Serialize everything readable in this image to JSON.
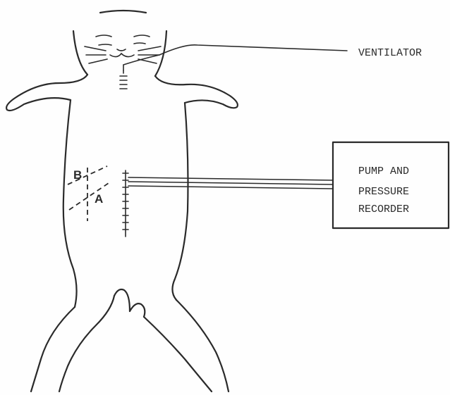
{
  "labels": {
    "ventilator": "VENTILATOR",
    "recorder_line1": "PUMP AND",
    "recorder_line2": "PRESSURE",
    "recorder_line3": "RECORDER",
    "incision_b": "B",
    "incision_a": "A"
  },
  "colors": {
    "ink": "#2a2a2a",
    "paper": "#fefefe"
  }
}
